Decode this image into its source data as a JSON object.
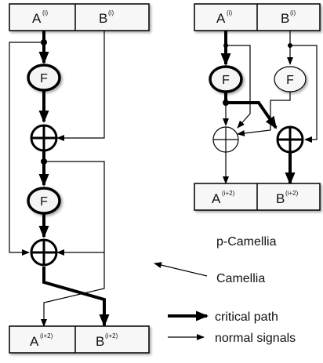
{
  "camellia": {
    "input": {
      "left": "A",
      "left_sup": "(i)",
      "right": "B",
      "right_sup": "(i)"
    },
    "f1": "F",
    "f2": "F",
    "output": {
      "left": "A",
      "left_sup": "(i+2)",
      "right": "B",
      "right_sup": "(i+2)"
    }
  },
  "p_camellia": {
    "input": {
      "left": "A",
      "left_sup": "(i)",
      "right": "B",
      "right_sup": "(i)"
    },
    "f_left": "F",
    "f_right": "F",
    "output": {
      "left": "A",
      "left_sup": "(i+2)",
      "right": "B",
      "right_sup": "(i+2)"
    }
  },
  "labels": {
    "p_camellia": "p-Camellia",
    "camellia": "Camellia"
  },
  "legend": {
    "critical": "critical path",
    "normal": "normal signals"
  }
}
